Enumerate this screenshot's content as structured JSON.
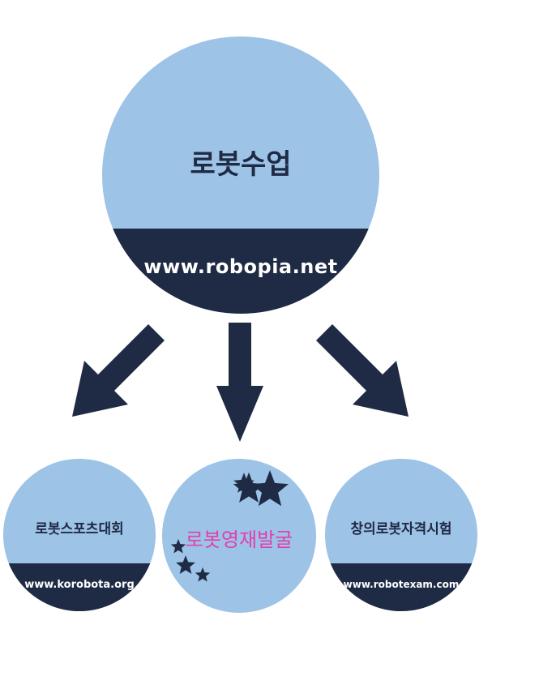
{
  "main": {
    "title": "로봇수업",
    "url": "www.robopia.net"
  },
  "children": [
    {
      "title": "로봇스포츠대회",
      "url": "www.korobota.org"
    },
    {
      "title": "로봇영재발굴"
    },
    {
      "title": "창의로봇자격시험",
      "url": "www.robotexam.com"
    }
  ],
  "colors": {
    "circle": "#9dc3e6",
    "navy": "#1f2a44",
    "accent": "#e040b0"
  }
}
